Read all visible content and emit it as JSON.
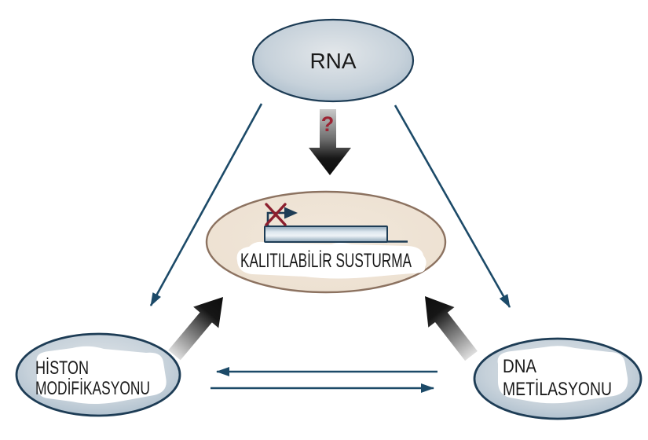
{
  "diagram": {
    "background_color": "#ffffff",
    "nodes": {
      "rna": {
        "label": "RNA"
      },
      "silencing": {
        "label": "KALITILABİLİR SUSTURMA"
      },
      "histone": {
        "line1": "HİSTON",
        "line2": "MODİFİKASYONU"
      },
      "dna": {
        "line1": "DNA",
        "line2": "METİLASYONU"
      }
    },
    "annotations": {
      "question_mark": "?"
    },
    "edges": [
      {
        "from": "RNA",
        "to": "KALITILABİLİR SUSTURMA",
        "style": "thick-gradient-arrow",
        "annotation": "?"
      },
      {
        "from": "RNA",
        "to": "HİSTON MODİFİKASYONU",
        "style": "thin-arrow"
      },
      {
        "from": "RNA",
        "to": "DNA METİLASYONU",
        "style": "thin-arrow"
      },
      {
        "from": "HİSTON MODİFİKASYONU",
        "to": "KALITILABİLİR SUSTURMA",
        "style": "thick-gradient-arrow"
      },
      {
        "from": "DNA METİLASYONU",
        "to": "KALITILABİLİR SUSTURMA",
        "style": "thick-gradient-arrow"
      },
      {
        "from": "DNA METİLASYONU",
        "to": "HİSTON MODİFİKASYONU",
        "style": "thin-arrow"
      },
      {
        "from": "HİSTON MODİFİKASYONU",
        "to": "DNA METİLASYONU",
        "style": "thin-arrow"
      }
    ],
    "icons": {
      "gene": "silenced-gene-with-crossed-promoter"
    },
    "colors": {
      "blue_node_stroke": "#1d3c55",
      "blue_node_fill_edge": "#97aec1",
      "blue_node_fill_center": "#e3e7ea",
      "center_fill": "#ede1d2",
      "center_stroke": "#8c7260",
      "thin_arrow": "#1c4a68",
      "thick_arrow_dark": "#0d0d0d",
      "thick_arrow_light": "#dedede",
      "question_mark": "#9c2433",
      "x_mark": "#8c1f2e",
      "gene_bar_stroke": "#1d3c55",
      "text": "#1a1a1a",
      "label_patch": "#ffffff"
    }
  }
}
